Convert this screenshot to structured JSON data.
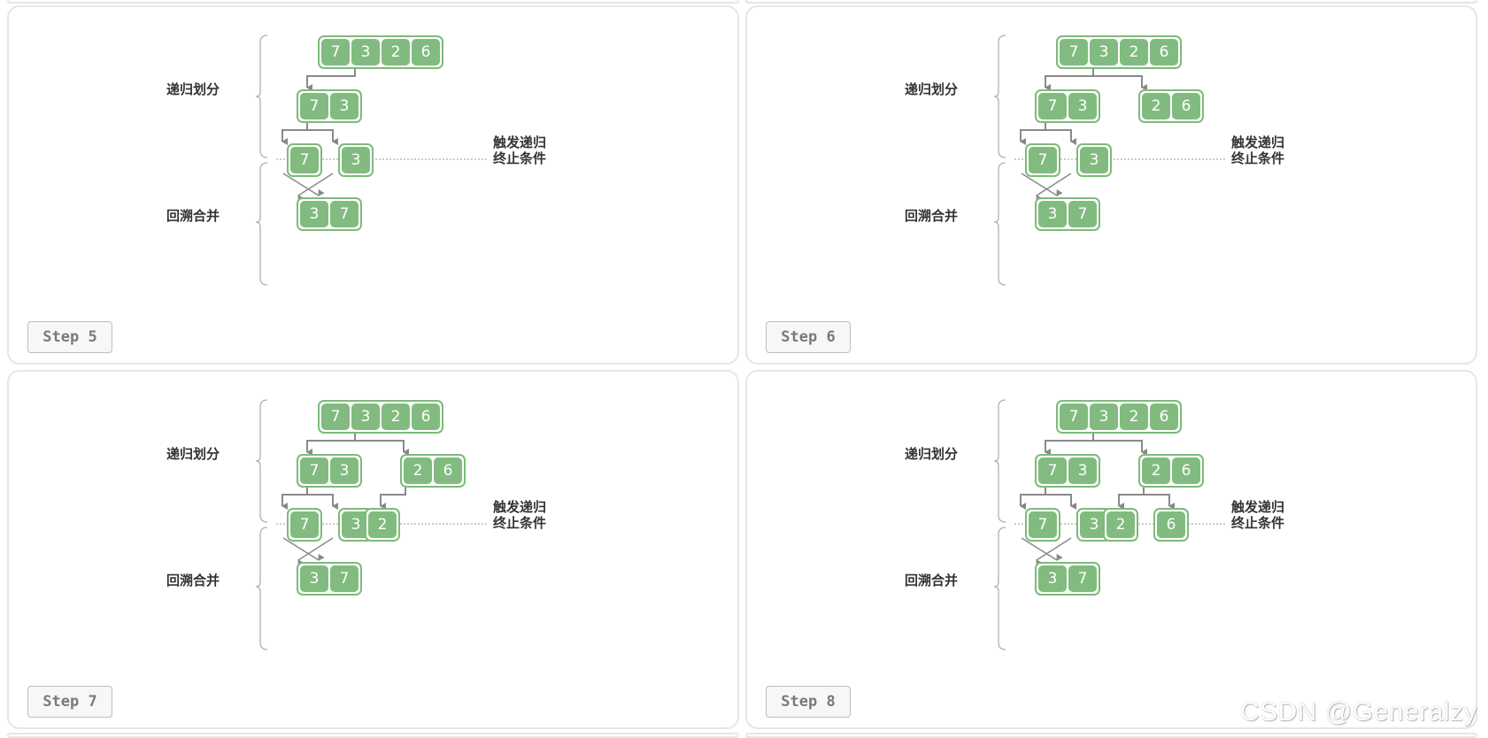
{
  "labels": {
    "divide": "递归划分",
    "merge": "回溯合并",
    "termination_line1": "触发递归",
    "termination_line2": "终止条件"
  },
  "colors": {
    "cell_fill": "#82bb80",
    "cell_border": "#7dbb78",
    "arrow": "#888888",
    "panel_border": "#e6e6e6"
  },
  "panels": [
    {
      "step_label": "Step 5",
      "root": [
        "7",
        "3",
        "2",
        "6"
      ],
      "level2_left": [
        "7",
        "3"
      ],
      "level2_right": null,
      "leaves": {
        "left_a": "7",
        "left_b": "3",
        "right_a": null,
        "right_b": null
      },
      "merged": [
        "3",
        "7"
      ]
    },
    {
      "step_label": "Step 6",
      "root": [
        "7",
        "3",
        "2",
        "6"
      ],
      "level2_left": [
        "7",
        "3"
      ],
      "level2_right": [
        "2",
        "6"
      ],
      "leaves": {
        "left_a": "7",
        "left_b": "3",
        "right_a": null,
        "right_b": null
      },
      "merged": [
        "3",
        "7"
      ]
    },
    {
      "step_label": "Step 7",
      "root": [
        "7",
        "3",
        "2",
        "6"
      ],
      "level2_left": [
        "7",
        "3"
      ],
      "level2_right": [
        "2",
        "6"
      ],
      "leaves": {
        "left_a": "7",
        "left_b": "3",
        "right_a": "2",
        "right_b": null
      },
      "merged": [
        "3",
        "7"
      ]
    },
    {
      "step_label": "Step 8",
      "root": [
        "7",
        "3",
        "2",
        "6"
      ],
      "level2_left": [
        "7",
        "3"
      ],
      "level2_right": [
        "2",
        "6"
      ],
      "leaves": {
        "left_a": "7",
        "left_b": "3",
        "right_a": "2",
        "right_b": "6"
      },
      "merged": [
        "3",
        "7"
      ]
    }
  ],
  "watermark": "CSDN @Generalzy"
}
